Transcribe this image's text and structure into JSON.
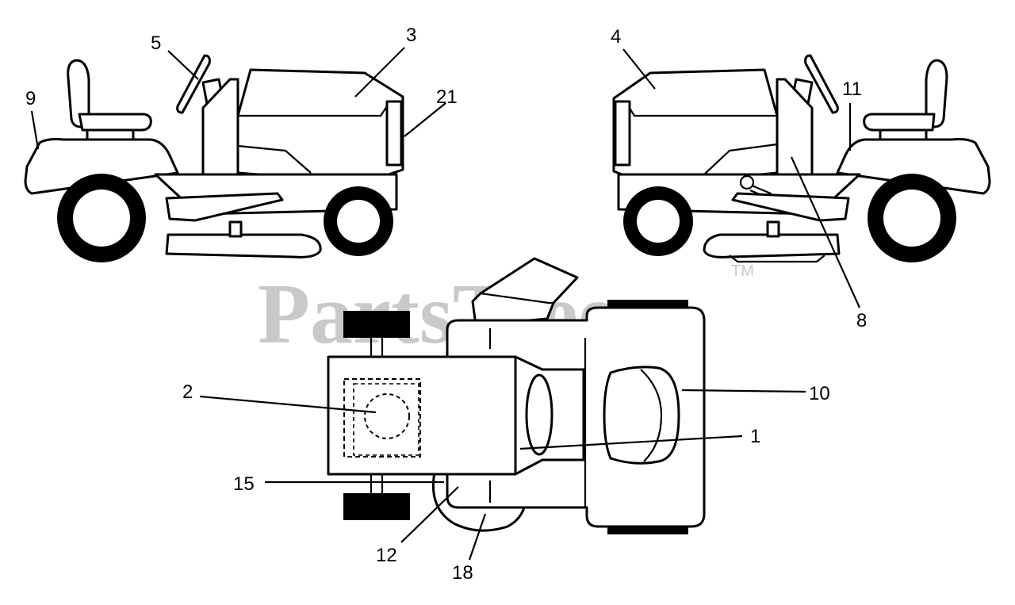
{
  "watermark": {
    "text": "PartsTree",
    "trademark": "TM"
  },
  "callouts": {
    "c1": "1",
    "c2": "2",
    "c3": "3",
    "c4": "4",
    "c5": "5",
    "c8": "8",
    "c9": "9",
    "c10": "10",
    "c11": "11",
    "c12": "12",
    "c15": "15",
    "c18": "18",
    "c21": "21"
  }
}
